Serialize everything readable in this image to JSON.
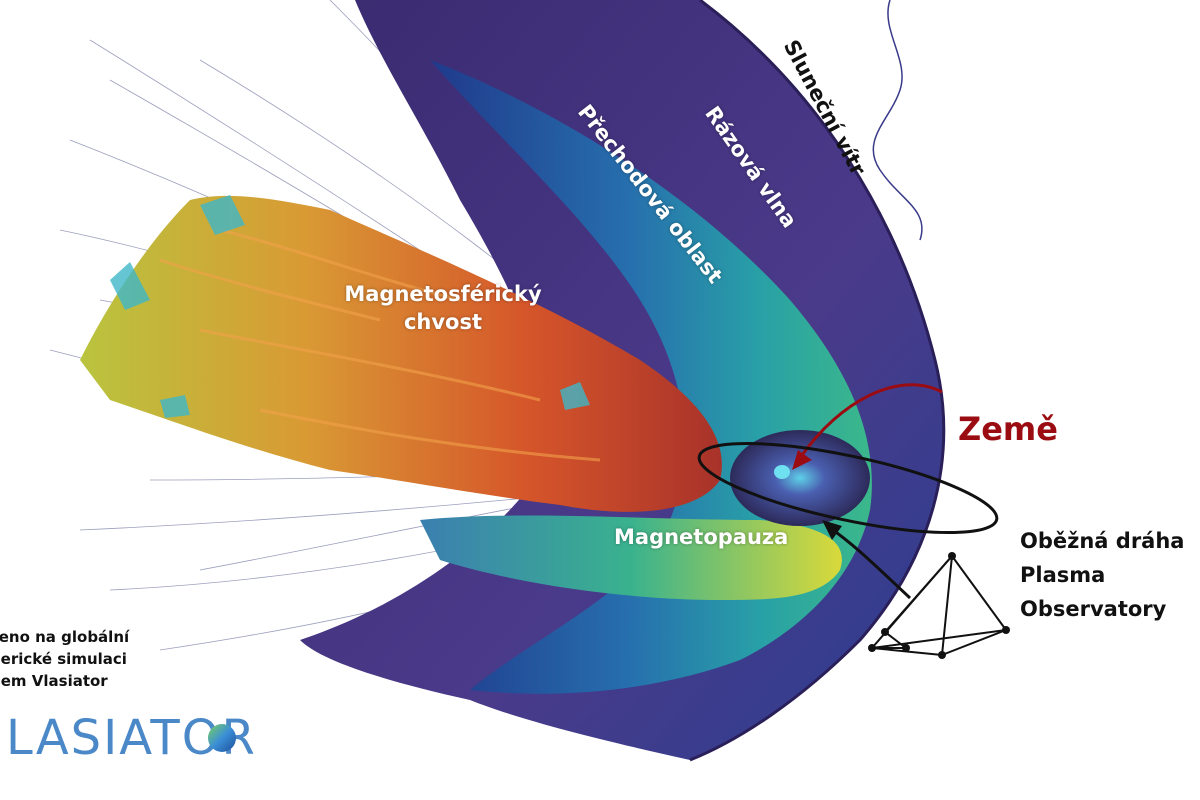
{
  "labels": {
    "solar_wind": "Sluneční vítr",
    "bow_shock": "Rázová vlna",
    "magnetosheath": "Přechodová oblast",
    "magnetotail": [
      "Magnetosférický",
      "chvost"
    ],
    "magnetopause": "Magnetopauza",
    "earth": "Země",
    "orbit": [
      "Oběžná dráha",
      "Plasma",
      "Observatory"
    ]
  },
  "credit": {
    "lines": [
      "ženo na globální",
      "nerické simulaci",
      "dem Vlasiator"
    ],
    "logo_text": "LASIATOR"
  },
  "colors": {
    "earth_label": "#9a0c12",
    "bow_shock": "#3b2f78",
    "sheath": "#2f8fb4",
    "tail_hot": "#e0642a",
    "tail_mid": "#b8c640",
    "logo_blue": "#4a88c8"
  }
}
